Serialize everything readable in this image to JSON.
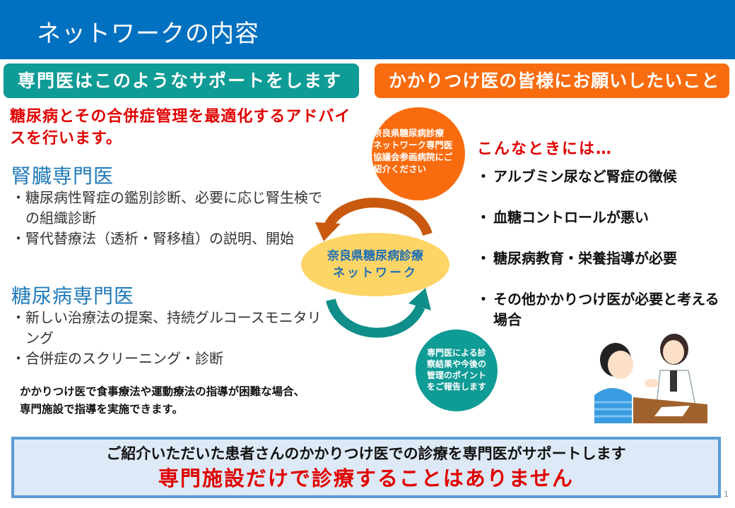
{
  "title": "ネットワークの内容",
  "left_header": "専門医はこのようなサポートをします",
  "right_header": "かかりつけ医の皆様にお願いしたいこと",
  "lead": "糖尿病とその合併症管理を最適化するアドバイスを行います。",
  "kidney": {
    "title": "腎臓専門医",
    "items": [
      "糖尿病性腎症の鑑別診断、必要に応じ腎生検での組織診断",
      "腎代替療法（透析・腎移植）の説明、開始"
    ]
  },
  "diabetes": {
    "title": "糖尿病専門医",
    "items": [
      "新しい治療法の提案、持続グルコースモニタリング",
      "合併症のスクリーニング・診断"
    ]
  },
  "note": {
    "line1": "かかりつけ医で食事療法や運動療法の指導が困難な場合、",
    "line2": "専門施設で指導を実施できます。"
  },
  "orange_circle": {
    "lines": [
      "奈良県糖尿病診療",
      "ネットワーク専門医",
      "協議会参画病院にご",
      "紹介ください"
    ]
  },
  "teal_circle": {
    "lines": [
      "専門医による診",
      "察結果や今後の",
      "管理のポイント",
      "をご報告します"
    ]
  },
  "network": {
    "line1": "奈良県糖尿病診療",
    "line2": "ネットワーク"
  },
  "when": "こんなときには…",
  "needs": [
    "アルブミン尿など腎症の徴候",
    "血糖コントロールが悪い",
    "糖尿病教育・栄養指導が必要",
    "その他かかりつけ医が必要と考える場合"
  ],
  "banner": {
    "line1": "ご紹介いただいた患者さんのかかりつけ医での診療を専門医がサポートします",
    "line2": "専門施設だけで診療することはありません"
  },
  "page_number": "1",
  "colors": {
    "title_bar": "#0070c0",
    "teal": "#0f9b96",
    "orange": "#f86c0f",
    "red": "#e00000",
    "ellipse": "#fdd567",
    "banner_bg": "#dde9f6",
    "banner_border": "#5b9bd5"
  }
}
